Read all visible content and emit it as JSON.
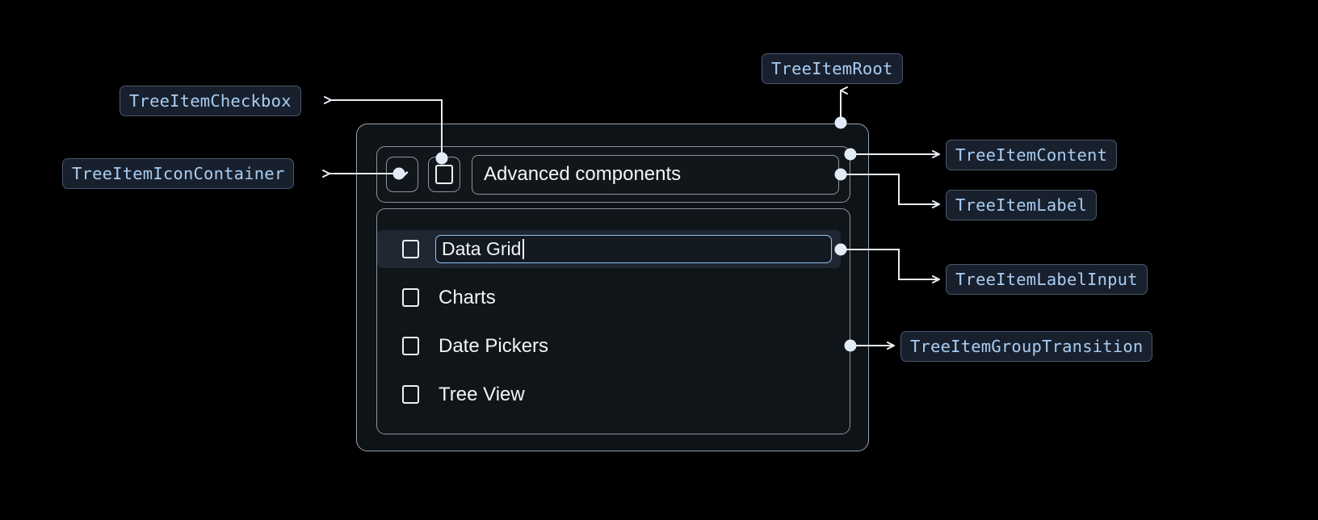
{
  "page": {
    "background": "#000000",
    "accent_blue": "#a9cdf2",
    "badge_bg": "#18202e",
    "badge_border": "#4a586b",
    "card_bg": "#0e1317",
    "card_border": "#9aa2a9",
    "selected_row_bg": "#1e2732",
    "input_focus_border": "#93c5f0",
    "connector_color": "#e8eef5"
  },
  "annotations": [
    {
      "id": "tree-item-checkbox",
      "label": "TreeItemCheckbox"
    },
    {
      "id": "tree-item-icon-container",
      "label": "TreeItemIconContainer"
    },
    {
      "id": "tree-item-root",
      "label": "TreeItemRoot"
    },
    {
      "id": "tree-item-content",
      "label": "TreeItemContent"
    },
    {
      "id": "tree-item-label",
      "label": "TreeItemLabel"
    },
    {
      "id": "tree-item-label-input",
      "label": "TreeItemLabelInput"
    },
    {
      "id": "tree-item-group-transition",
      "label": "TreeItemGroupTransition"
    }
  ],
  "tree": {
    "root_item": {
      "label": "Advanced components",
      "expanded": true,
      "checked": false,
      "expand_icon": "chevron-down-icon",
      "checkbox_icon": "checkbox-unchecked-icon"
    },
    "children": [
      {
        "label": "Data Grid",
        "checked": false,
        "editing": true,
        "selected": true
      },
      {
        "label": "Charts",
        "checked": false,
        "editing": false,
        "selected": false
      },
      {
        "label": "Date Pickers",
        "checked": false,
        "editing": false,
        "selected": false
      },
      {
        "label": "Tree View",
        "checked": false,
        "editing": false,
        "selected": false
      }
    ],
    "label_input": {
      "value": "Data Grid",
      "placeholder": "Label",
      "caret_visible": true
    }
  }
}
